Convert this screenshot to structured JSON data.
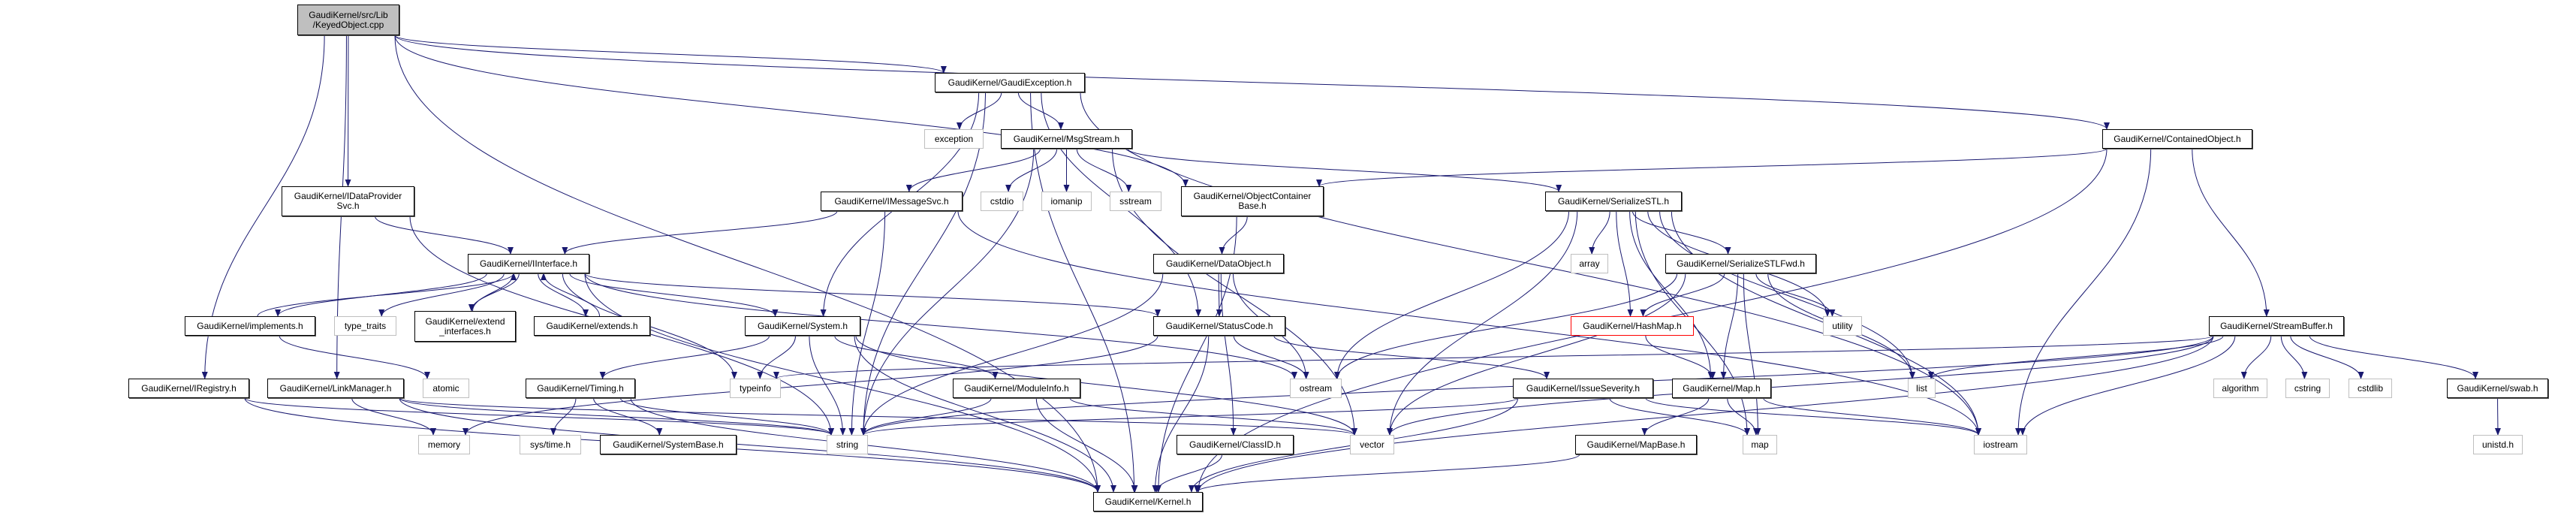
{
  "graph": {
    "edge_color": "#191970",
    "root_fill": "#bfbfbf",
    "system_border": "#bfbfbf",
    "highlight_border": "#ff0000",
    "nodes": [
      {
        "id": "kobj",
        "lines": [
          "GaudiKernel/src/Lib",
          "/KeyedObject.cpp"
        ],
        "kind": "root"
      },
      {
        "id": "gexc",
        "lines": [
          "GaudiKernel/GaudiException.h"
        ],
        "kind": "local"
      },
      {
        "id": "cont",
        "lines": [
          "GaudiKernel/ContainedObject.h"
        ],
        "kind": "local"
      },
      {
        "id": "exception",
        "lines": [
          "exception"
        ],
        "kind": "system"
      },
      {
        "id": "msg",
        "lines": [
          "GaudiKernel/MsgStream.h"
        ],
        "kind": "local"
      },
      {
        "id": "idps",
        "lines": [
          "GaudiKernel/IDataProvider",
          "Svc.h"
        ],
        "kind": "local"
      },
      {
        "id": "imsg",
        "lines": [
          "GaudiKernel/IMessageSvc.h"
        ],
        "kind": "local"
      },
      {
        "id": "cstdio",
        "lines": [
          "cstdio"
        ],
        "kind": "system"
      },
      {
        "id": "iomanip",
        "lines": [
          "iomanip"
        ],
        "kind": "system"
      },
      {
        "id": "sstream",
        "lines": [
          "sstream"
        ],
        "kind": "system"
      },
      {
        "id": "ocb",
        "lines": [
          "GaudiKernel/ObjectContainer",
          "Base.h"
        ],
        "kind": "local"
      },
      {
        "id": "sstl",
        "lines": [
          "GaudiKernel/SerializeSTL.h"
        ],
        "kind": "local"
      },
      {
        "id": "iint",
        "lines": [
          "GaudiKernel/IInterface.h"
        ],
        "kind": "local"
      },
      {
        "id": "dobj",
        "lines": [
          "GaudiKernel/DataObject.h"
        ],
        "kind": "local"
      },
      {
        "id": "array",
        "lines": [
          "array"
        ],
        "kind": "system"
      },
      {
        "id": "sfwd",
        "lines": [
          "GaudiKernel/SerializeSTLFwd.h"
        ],
        "kind": "local"
      },
      {
        "id": "impl",
        "lines": [
          "GaudiKernel/implements.h"
        ],
        "kind": "local"
      },
      {
        "id": "tt",
        "lines": [
          "type_traits"
        ],
        "kind": "system"
      },
      {
        "id": "extif",
        "lines": [
          "GaudiKernel/extend",
          "_interfaces.h"
        ],
        "kind": "local"
      },
      {
        "id": "ext",
        "lines": [
          "GaudiKernel/extends.h"
        ],
        "kind": "local"
      },
      {
        "id": "sys",
        "lines": [
          "GaudiKernel/System.h"
        ],
        "kind": "local"
      },
      {
        "id": "sc",
        "lines": [
          "GaudiKernel/StatusCode.h"
        ],
        "kind": "local"
      },
      {
        "id": "hash",
        "lines": [
          "GaudiKernel/HashMap.h"
        ],
        "kind": "highlight"
      },
      {
        "id": "util",
        "lines": [
          "utility"
        ],
        "kind": "system"
      },
      {
        "id": "sbuf",
        "lines": [
          "GaudiKernel/StreamBuffer.h"
        ],
        "kind": "local"
      },
      {
        "id": "ireg",
        "lines": [
          "GaudiKernel/IRegistry.h"
        ],
        "kind": "local"
      },
      {
        "id": "lm",
        "lines": [
          "GaudiKernel/LinkManager.h"
        ],
        "kind": "local"
      },
      {
        "id": "atomic",
        "lines": [
          "atomic"
        ],
        "kind": "system"
      },
      {
        "id": "timing",
        "lines": [
          "GaudiKernel/Timing.h"
        ],
        "kind": "local"
      },
      {
        "id": "typeinfo",
        "lines": [
          "typeinfo"
        ],
        "kind": "system"
      },
      {
        "id": "mi",
        "lines": [
          "GaudiKernel/ModuleInfo.h"
        ],
        "kind": "local"
      },
      {
        "id": "ostream",
        "lines": [
          "ostream"
        ],
        "kind": "system"
      },
      {
        "id": "isev",
        "lines": [
          "GaudiKernel/IssueSeverity.h"
        ],
        "kind": "local"
      },
      {
        "id": "gmap",
        "lines": [
          "GaudiKernel/Map.h"
        ],
        "kind": "local"
      },
      {
        "id": "list",
        "lines": [
          "list"
        ],
        "kind": "system"
      },
      {
        "id": "algorithm",
        "lines": [
          "algorithm"
        ],
        "kind": "system"
      },
      {
        "id": "cstring",
        "lines": [
          "cstring"
        ],
        "kind": "system"
      },
      {
        "id": "cstdlib",
        "lines": [
          "cstdlib"
        ],
        "kind": "system"
      },
      {
        "id": "swab",
        "lines": [
          "GaudiKernel/swab.h"
        ],
        "kind": "local"
      },
      {
        "id": "memory",
        "lines": [
          "memory"
        ],
        "kind": "system"
      },
      {
        "id": "systime",
        "lines": [
          "sys/time.h"
        ],
        "kind": "system"
      },
      {
        "id": "sysbase",
        "lines": [
          "GaudiKernel/SystemBase.h"
        ],
        "kind": "local"
      },
      {
        "id": "string",
        "lines": [
          "string"
        ],
        "kind": "system"
      },
      {
        "id": "classid",
        "lines": [
          "GaudiKernel/ClassID.h"
        ],
        "kind": "local"
      },
      {
        "id": "vector",
        "lines": [
          "vector"
        ],
        "kind": "system"
      },
      {
        "id": "mapbase",
        "lines": [
          "GaudiKernel/MapBase.h"
        ],
        "kind": "local"
      },
      {
        "id": "stdmap",
        "lines": [
          "map"
        ],
        "kind": "system"
      },
      {
        "id": "iostream",
        "lines": [
          "iostream"
        ],
        "kind": "system"
      },
      {
        "id": "unistd",
        "lines": [
          "unistd.h"
        ],
        "kind": "system"
      },
      {
        "id": "kernel",
        "lines": [
          "GaudiKernel/Kernel.h"
        ],
        "kind": "local"
      }
    ],
    "edges": [
      [
        "kobj",
        "idps"
      ],
      [
        "kobj",
        "ireg"
      ],
      [
        "kobj",
        "lm"
      ],
      [
        "kobj",
        "kernel"
      ],
      [
        "kobj",
        "gexc"
      ],
      [
        "kobj",
        "ocb"
      ],
      [
        "kobj",
        "cont"
      ],
      [
        "gexc",
        "exception"
      ],
      [
        "gexc",
        "msg"
      ],
      [
        "gexc",
        "sys"
      ],
      [
        "gexc",
        "sc"
      ],
      [
        "gexc",
        "string"
      ],
      [
        "gexc",
        "iostream"
      ],
      [
        "gexc",
        "kernel"
      ],
      [
        "msg",
        "imsg"
      ],
      [
        "msg",
        "cstdio"
      ],
      [
        "msg",
        "iomanip"
      ],
      [
        "msg",
        "sstream"
      ],
      [
        "msg",
        "sstl"
      ],
      [
        "msg",
        "string"
      ],
      [
        "msg",
        "vector"
      ],
      [
        "cont",
        "ocb"
      ],
      [
        "cont",
        "iostream"
      ],
      [
        "cont",
        "kernel"
      ],
      [
        "cont",
        "sbuf"
      ],
      [
        "ocb",
        "dobj"
      ],
      [
        "ocb",
        "kernel"
      ],
      [
        "imsg",
        "iint"
      ],
      [
        "imsg",
        "string"
      ],
      [
        "imsg",
        "iostream"
      ],
      [
        "idps",
        "iint"
      ],
      [
        "idps",
        "string"
      ],
      [
        "iint",
        "impl"
      ],
      [
        "iint",
        "tt"
      ],
      [
        "iint",
        "extif"
      ],
      [
        "iint",
        "ext"
      ],
      [
        "iint",
        "sys"
      ],
      [
        "iint",
        "typeinfo"
      ],
      [
        "iint",
        "sc"
      ],
      [
        "iint",
        "ostream"
      ],
      [
        "iint",
        "kernel"
      ],
      [
        "impl",
        "iint"
      ],
      [
        "impl",
        "atomic"
      ],
      [
        "extif",
        "iint"
      ],
      [
        "ext",
        "iint"
      ],
      [
        "sys",
        "timing"
      ],
      [
        "sys",
        "typeinfo"
      ],
      [
        "sys",
        "string"
      ],
      [
        "sys",
        "mi"
      ],
      [
        "sys",
        "kernel"
      ],
      [
        "sys",
        "vector"
      ],
      [
        "timing",
        "systime"
      ],
      [
        "timing",
        "sysbase"
      ],
      [
        "timing",
        "string"
      ],
      [
        "timing",
        "kernel"
      ],
      [
        "ireg",
        "kernel"
      ],
      [
        "ireg",
        "string"
      ],
      [
        "lm",
        "memory"
      ],
      [
        "lm",
        "kernel"
      ],
      [
        "lm",
        "string"
      ],
      [
        "lm",
        "vector"
      ],
      [
        "dobj",
        "sc"
      ],
      [
        "dobj",
        "classid"
      ],
      [
        "dobj",
        "ostream"
      ],
      [
        "dobj",
        "string"
      ],
      [
        "sc",
        "ostream"
      ],
      [
        "sc",
        "isev"
      ],
      [
        "sc",
        "kernel"
      ],
      [
        "sc",
        "memory"
      ],
      [
        "mi",
        "string"
      ],
      [
        "mi",
        "kernel"
      ],
      [
        "mi",
        "vector"
      ],
      [
        "classid",
        "kernel"
      ],
      [
        "sstl",
        "array"
      ],
      [
        "sstl",
        "hash"
      ],
      [
        "sstl",
        "sfwd"
      ],
      [
        "sstl",
        "gmap"
      ],
      [
        "sstl",
        "ostream"
      ],
      [
        "sstl",
        "vector"
      ],
      [
        "sstl",
        "list"
      ],
      [
        "sstl",
        "util"
      ],
      [
        "sstl",
        "stdmap"
      ],
      [
        "sstl",
        "iostream"
      ],
      [
        "sfwd",
        "hash"
      ],
      [
        "sfwd",
        "gmap"
      ],
      [
        "sfwd",
        "util"
      ],
      [
        "sfwd",
        "list"
      ],
      [
        "sfwd",
        "stdmap"
      ],
      [
        "sfwd",
        "ostream"
      ],
      [
        "sfwd",
        "vector"
      ],
      [
        "hash",
        "gmap"
      ],
      [
        "gmap",
        "mapbase"
      ],
      [
        "gmap",
        "stdmap"
      ],
      [
        "gmap",
        "iostream"
      ],
      [
        "isev",
        "string"
      ],
      [
        "isev",
        "stdmap"
      ],
      [
        "isev",
        "kernel"
      ],
      [
        "isev",
        "iostream"
      ],
      [
        "mapbase",
        "kernel"
      ],
      [
        "sbuf",
        "list"
      ],
      [
        "sbuf",
        "algorithm"
      ],
      [
        "sbuf",
        "cstring"
      ],
      [
        "sbuf",
        "cstdlib"
      ],
      [
        "sbuf",
        "swab"
      ],
      [
        "sbuf",
        "iostream"
      ],
      [
        "sbuf",
        "vector"
      ],
      [
        "sbuf",
        "string"
      ],
      [
        "sbuf",
        "typeinfo"
      ],
      [
        "sbuf",
        "kernel"
      ],
      [
        "swab",
        "unistd"
      ]
    ]
  }
}
